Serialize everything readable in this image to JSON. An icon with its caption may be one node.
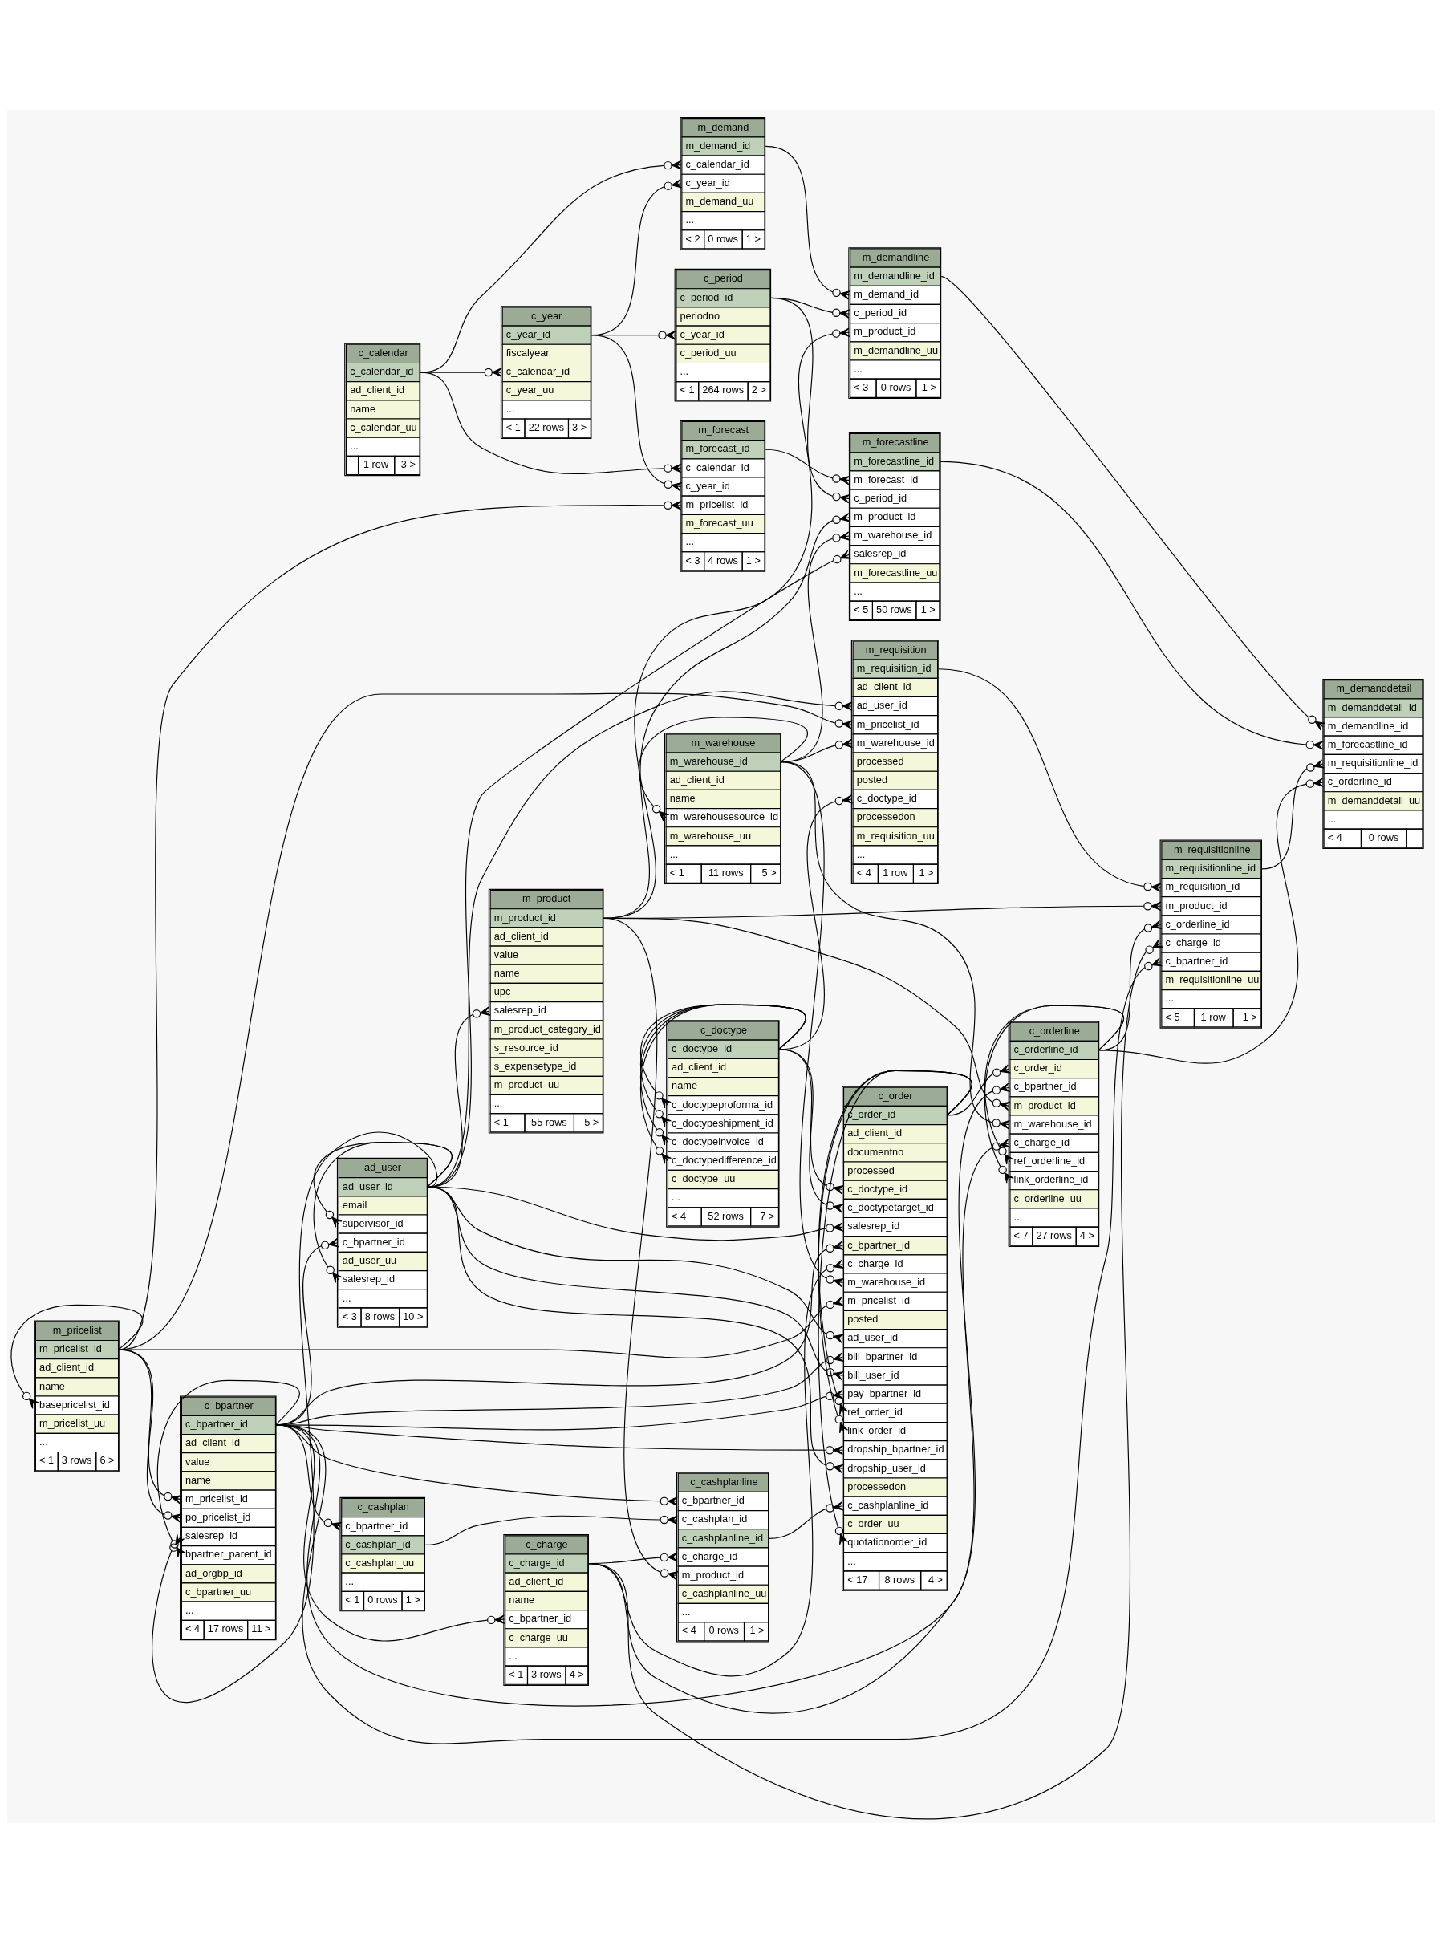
{
  "diagram": {
    "nodes": [
      {
        "text": [
          "m_demand",
          "m_demand_id",
          "c_calendar_id",
          "c_year_id",
          "m_demand_uu",
          "...",
          "< 2",
          "0 rows",
          "1 >"
        ]
      },
      {
        "text": [
          "c_period",
          "c_period_id",
          "periodno",
          "c_year_id",
          "c_period_uu",
          "...",
          "< 1",
          "264 rows",
          "2 >"
        ]
      },
      {
        "text": [
          "m_demandline",
          "m_demandline_id",
          "m_demand_id",
          "c_period_id",
          "m_product_id",
          "m_demandline_uu",
          "...",
          "< 3",
          "0 rows",
          "1 >"
        ]
      },
      {
        "text": [
          "c_year",
          "c_year_id",
          "fiscalyear",
          "c_calendar_id",
          "c_year_uu",
          "...",
          "< 1",
          "22 rows",
          "3 >"
        ]
      },
      {
        "text": [
          "c_calendar",
          "c_calendar_id",
          "ad_client_id",
          "name",
          "c_calendar_uu",
          "...",
          "1 row",
          "3 >"
        ]
      },
      {
        "text": [
          "m_forecast",
          "m_forecast_id",
          "c_calendar_id",
          "c_year_id",
          "m_pricelist_id",
          "m_forecast_uu",
          "...",
          "< 3",
          "4 rows",
          "1 >"
        ]
      },
      {
        "text": [
          "m_forecastline",
          "m_forecastline_id",
          "m_forecast_id",
          "c_period_id",
          "m_product_id",
          "m_warehouse_id",
          "salesrep_id",
          "m_forecastline_uu",
          "...",
          "< 5",
          "50 rows",
          "1 >"
        ]
      },
      {
        "text": [
          "m_demanddetail",
          "m_demanddetail_id",
          "m_demandline_id",
          "m_forecastline_id",
          "m_requisitionline_id",
          "c_orderline_id",
          "m_demanddetail_uu",
          "...",
          "< 4",
          "0 rows"
        ]
      },
      {
        "text": [
          "m_requisition",
          "m_requisition_id",
          "ad_client_id",
          "ad_user_id",
          "m_pricelist_id",
          "m_warehouse_id",
          "processed",
          "posted",
          "c_doctype_id",
          "processedon",
          "m_requisition_uu",
          "...",
          "< 4",
          "1 row",
          "1 >"
        ]
      },
      {
        "text": [
          "m_warehouse",
          "m_warehouse_id",
          "ad_client_id",
          "name",
          "m_warehousesource_id",
          "m_warehouse_uu",
          "...",
          "< 1",
          "11 rows",
          "5 >"
        ]
      },
      {
        "text": [
          "m_requisitionline",
          "m_requisitionline_id",
          "m_requisition_id",
          "m_product_id",
          "c_orderline_id",
          "c_charge_id",
          "c_bpartner_id",
          "m_requisitionline_uu",
          "...",
          "< 5",
          "1 row",
          "1 >"
        ]
      },
      {
        "text": [
          "m_product",
          "m_product_id",
          "ad_client_id",
          "value",
          "name",
          "upc",
          "salesrep_id",
          "m_product_category_id",
          "s_resource_id",
          "s_expensetype_id",
          "m_product_uu",
          "...",
          "< 1",
          "55 rows",
          "5 >"
        ]
      },
      {
        "text": [
          "c_doctype",
          "c_doctype_id",
          "ad_client_id",
          "name",
          "c_doctypeproforma_id",
          "c_doctypeshipment_id",
          "c_doctypeinvoice_id",
          "c_doctypedifference_id",
          "c_doctype_uu",
          "...",
          "< 4",
          "52 rows",
          "7 >"
        ]
      },
      {
        "text": [
          "c_orderline",
          "c_orderline_id",
          "c_order_id",
          "c_bpartner_id",
          "m_product_id",
          "m_warehouse_id",
          "c_charge_id",
          "ref_orderline_id",
          "link_orderline_id",
          "c_orderline_uu",
          "...",
          "< 7",
          "27 rows",
          "4 >"
        ]
      },
      {
        "text": [
          "c_order",
          "c_order_id",
          "ad_client_id",
          "documentno",
          "processed",
          "c_doctype_id",
          "c_doctypetarget_id",
          "salesrep_id",
          "c_bpartner_id",
          "c_charge_id",
          "m_warehouse_id",
          "m_pricelist_id",
          "posted",
          "ad_user_id",
          "bill_bpartner_id",
          "bill_user_id",
          "pay_bpartner_id",
          "ref_order_id",
          "link_order_id",
          "dropship_bpartner_id",
          "dropship_user_id",
          "processedon",
          "c_cashplanline_id",
          "c_order_uu",
          "quotationorder_id",
          "...",
          "< 17",
          "8 rows",
          "4 >"
        ]
      },
      {
        "text": [
          "ad_user",
          "ad_user_id",
          "email",
          "supervisor_id",
          "c_bpartner_id",
          "ad_user_uu",
          "salesrep_id",
          "...",
          "< 3",
          "8 rows",
          "10 >"
        ]
      },
      {
        "text": [
          "m_pricelist",
          "m_pricelist_id",
          "ad_client_id",
          "name",
          "basepricelist_id",
          "m_pricelist_uu",
          "...",
          "< 1",
          "3 rows",
          "6 >"
        ]
      },
      {
        "text": [
          "c_bpartner",
          "c_bpartner_id",
          "ad_client_id",
          "value",
          "name",
          "m_pricelist_id",
          "po_pricelist_id",
          "salesrep_id",
          "bpartner_parent_id",
          "ad_orgbp_id",
          "c_bpartner_uu",
          "...",
          "< 4",
          "17 rows",
          "11 >"
        ]
      },
      {
        "text": [
          "c_charge",
          "c_charge_id",
          "ad_client_id",
          "name",
          "c_bpartner_id",
          "c_charge_uu",
          "...",
          "< 1",
          "3 rows",
          "4 >"
        ]
      },
      {
        "text": [
          "c_cashplanline",
          "c_bpartner_id",
          "c_cashplan_id",
          "c_cashplanline_id",
          "c_charge_id",
          "m_product_id",
          "c_cashplanline_uu",
          "...",
          "< 4",
          "0 rows",
          "1 >"
        ]
      },
      {
        "text": [
          "c_cashplan",
          "c_bpartner_id",
          "c_cashplan_id",
          "c_cashplan_uu",
          "...",
          "< 1",
          "0 rows",
          "1 >"
        ]
      }
    ],
    "edges": [
      {
        "from": 0,
        "to": 4,
        "arrow": "other"
      },
      {
        "from": 0,
        "to": 3,
        "arrow": "other"
      },
      {
        "from": 1,
        "to": 3,
        "arrow": "other"
      },
      {
        "from": 3,
        "to": 4,
        "arrow": "other"
      },
      {
        "from": 2,
        "to": 0,
        "arrow": "other"
      },
      {
        "from": 2,
        "to": 1,
        "arrow": "other"
      },
      {
        "from": 2,
        "to": 11,
        "arrow": "other"
      },
      {
        "from": 5,
        "to": 4,
        "arrow": "other"
      },
      {
        "from": 5,
        "to": 3,
        "arrow": "other"
      },
      {
        "from": 5,
        "to": 16,
        "arrow": "other"
      },
      {
        "from": 6,
        "to": 5,
        "arrow": "other"
      },
      {
        "from": 6,
        "to": 1,
        "arrow": "other"
      },
      {
        "from": 6,
        "to": 11,
        "arrow": "other"
      },
      {
        "from": 6,
        "to": 9,
        "arrow": "other"
      },
      {
        "from": 6,
        "to": 15,
        "arrow": "other"
      },
      {
        "from": 7,
        "to": 2,
        "arrow": "other"
      },
      {
        "from": 7,
        "to": 6,
        "arrow": "other"
      },
      {
        "from": 7,
        "to": 10,
        "arrow": "other"
      },
      {
        "from": 7,
        "to": 13,
        "arrow": "other"
      },
      {
        "from": 8,
        "to": 15,
        "arrow": "other"
      },
      {
        "from": 8,
        "to": 16,
        "arrow": "other"
      },
      {
        "from": 8,
        "to": 9,
        "arrow": "other"
      },
      {
        "from": 8,
        "to": 12,
        "arrow": "other"
      },
      {
        "from": 10,
        "to": 8,
        "arrow": "other"
      },
      {
        "from": 10,
        "to": 11,
        "arrow": "other"
      },
      {
        "from": 10,
        "to": 13,
        "arrow": "other"
      },
      {
        "from": 10,
        "to": 18,
        "arrow": "other"
      },
      {
        "from": 10,
        "to": 17,
        "arrow": "other"
      },
      {
        "from": 9,
        "to": 9,
        "arrow": "other"
      },
      {
        "from": 11,
        "to": 15,
        "arrow": "other"
      },
      {
        "from": 12,
        "to": 12,
        "arrow": "other"
      },
      {
        "from": 12,
        "to": 12,
        "arrow": "other"
      },
      {
        "from": 12,
        "to": 12,
        "arrow": "other"
      },
      {
        "from": 12,
        "to": 12,
        "arrow": "other"
      },
      {
        "from": 13,
        "to": 14,
        "arrow": "other"
      },
      {
        "from": 13,
        "to": 17,
        "arrow": "other"
      },
      {
        "from": 13,
        "to": 11,
        "arrow": "other"
      },
      {
        "from": 13,
        "to": 9,
        "arrow": "other"
      },
      {
        "from": 13,
        "to": 18,
        "arrow": "other"
      },
      {
        "from": 13,
        "to": 13,
        "arrow": "other"
      },
      {
        "from": 13,
        "to": 13,
        "arrow": "other"
      },
      {
        "from": 14,
        "to": 12,
        "arrow": "other"
      },
      {
        "from": 14,
        "to": 12,
        "arrow": "other"
      },
      {
        "from": 14,
        "to": 15,
        "arrow": "other"
      },
      {
        "from": 14,
        "to": 17,
        "arrow": "other"
      },
      {
        "from": 14,
        "to": 18,
        "arrow": "other"
      },
      {
        "from": 14,
        "to": 9,
        "arrow": "other"
      },
      {
        "from": 14,
        "to": 16,
        "arrow": "other"
      },
      {
        "from": 14,
        "to": 15,
        "arrow": "other"
      },
      {
        "from": 14,
        "to": 17,
        "arrow": "other"
      },
      {
        "from": 14,
        "to": 15,
        "arrow": "other"
      },
      {
        "from": 14,
        "to": 17,
        "arrow": "other"
      },
      {
        "from": 14,
        "to": 14,
        "arrow": "other"
      },
      {
        "from": 14,
        "to": 14,
        "arrow": "other"
      },
      {
        "from": 14,
        "to": 17,
        "arrow": "other"
      },
      {
        "from": 14,
        "to": 15,
        "arrow": "other"
      },
      {
        "from": 14,
        "to": 19,
        "arrow": "other"
      },
      {
        "from": 14,
        "to": 14,
        "arrow": "other"
      },
      {
        "from": 15,
        "to": 15,
        "arrow": "other"
      },
      {
        "from": 15,
        "to": 17,
        "arrow": "other"
      },
      {
        "from": 15,
        "to": 15,
        "arrow": "other"
      },
      {
        "from": 16,
        "to": 16,
        "arrow": "other"
      },
      {
        "from": 17,
        "to": 16,
        "arrow": "other"
      },
      {
        "from": 17,
        "to": 16,
        "arrow": "other"
      },
      {
        "from": 17,
        "to": 15,
        "arrow": "other"
      },
      {
        "from": 17,
        "to": 17,
        "arrow": "other"
      },
      {
        "from": 18,
        "to": 17,
        "arrow": "other"
      },
      {
        "from": 19,
        "to": 17,
        "arrow": "other"
      },
      {
        "from": 19,
        "to": 20,
        "arrow": "other"
      },
      {
        "from": 19,
        "to": 18,
        "arrow": "other"
      },
      {
        "from": 19,
        "to": 11,
        "arrow": "other"
      },
      {
        "from": 20,
        "to": 17,
        "arrow": "other"
      }
    ]
  }
}
